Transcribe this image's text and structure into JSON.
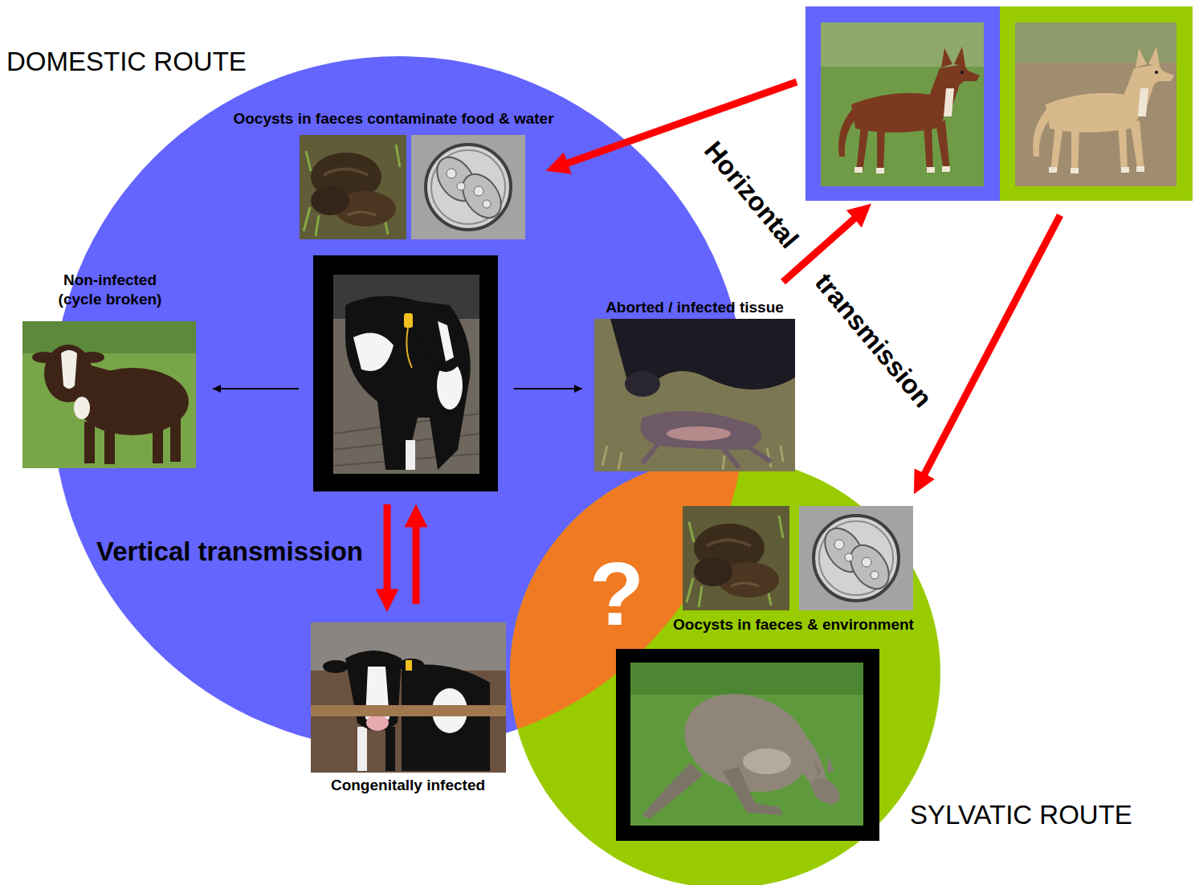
{
  "diagram": {
    "nodes": [
      {
        "text": [
          "DOMESTIC ROUTE"
        ]
      },
      {
        "text": [
          "Oocysts in faeces contaminate food & water"
        ],
        "in": 0
      },
      {
        "text": [
          "Non-infected (cycle broken)"
        ],
        "in": 0
      },
      {
        "text": [
          "Aborted / infected tissue"
        ],
        "in": 0
      },
      {
        "text": [
          "Congenitally infected"
        ],
        "in": 0
      },
      {
        "text": [
          "SYLVATIC ROUTE"
        ]
      },
      {
        "text": [
          "Oocysts in faeces & environment"
        ],
        "in": 5
      }
    ],
    "labels": [
      "Vertical transmission",
      "Horizontal transmission",
      "?"
    ]
  }
}
